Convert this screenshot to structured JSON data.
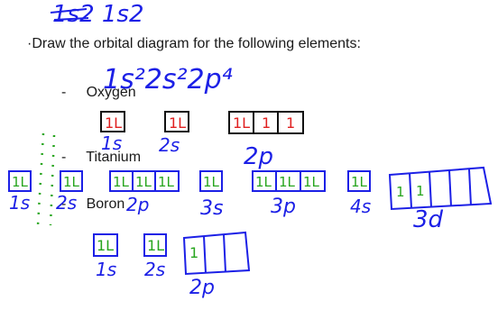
{
  "handwriting": {
    "corner_scribble": "1s2 1s2",
    "header_config": "1s²2s²2p⁴",
    "oxygen_labels": [
      "1s",
      "2s",
      "2p"
    ],
    "titanium_labels": [
      "1s",
      "2s",
      "2p",
      "3s",
      "3p",
      "4s",
      "3d"
    ],
    "boron_labels": [
      "1s",
      "2s",
      "2p"
    ]
  },
  "prompt": {
    "instruction": "·Draw the orbital diagram for the following elements:",
    "elements": [
      {
        "dash": "-",
        "name": "Oxygen"
      },
      {
        "dash": "-",
        "name": "Titanium"
      },
      {
        "dash": "-",
        "name": "Boron"
      }
    ]
  },
  "colors": {
    "blue_ink": "#1c20e6",
    "red_ink": "#e02020",
    "green_ink": "#27a51e",
    "black_ink": "#111111"
  }
}
